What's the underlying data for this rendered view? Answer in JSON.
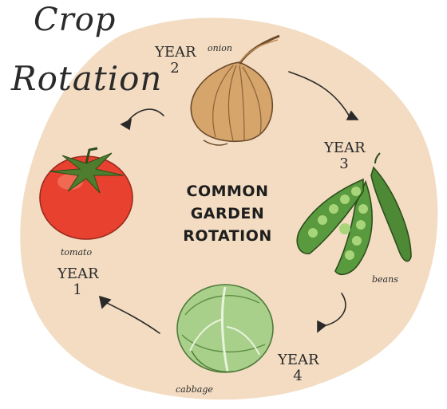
{
  "title": {
    "line1": "Crop",
    "line2": "Rotation"
  },
  "center": {
    "line1": "COMMON",
    "line2": "GARDEN",
    "line3": "ROTATION"
  },
  "stages": [
    {
      "year_word": "YEAR",
      "year_num": "1",
      "crop": "tomato"
    },
    {
      "year_word": "YEAR",
      "year_num": "2",
      "crop": "onion"
    },
    {
      "year_word": "YEAR",
      "year_num": "3",
      "crop": "beans"
    },
    {
      "year_word": "YEAR",
      "year_num": "4",
      "crop": "cabbage"
    }
  ],
  "colors": {
    "background_blob": "#f3dcc2",
    "tomato": "#e8412f",
    "onion": "#d6a56c",
    "beans": "#5a8d3c",
    "cabbage": "#a8d08a",
    "ink": "#2a2a2a"
  },
  "icons": [
    "tomato-icon",
    "onion-icon",
    "beans-icon",
    "cabbage-icon",
    "arrow-icon"
  ]
}
